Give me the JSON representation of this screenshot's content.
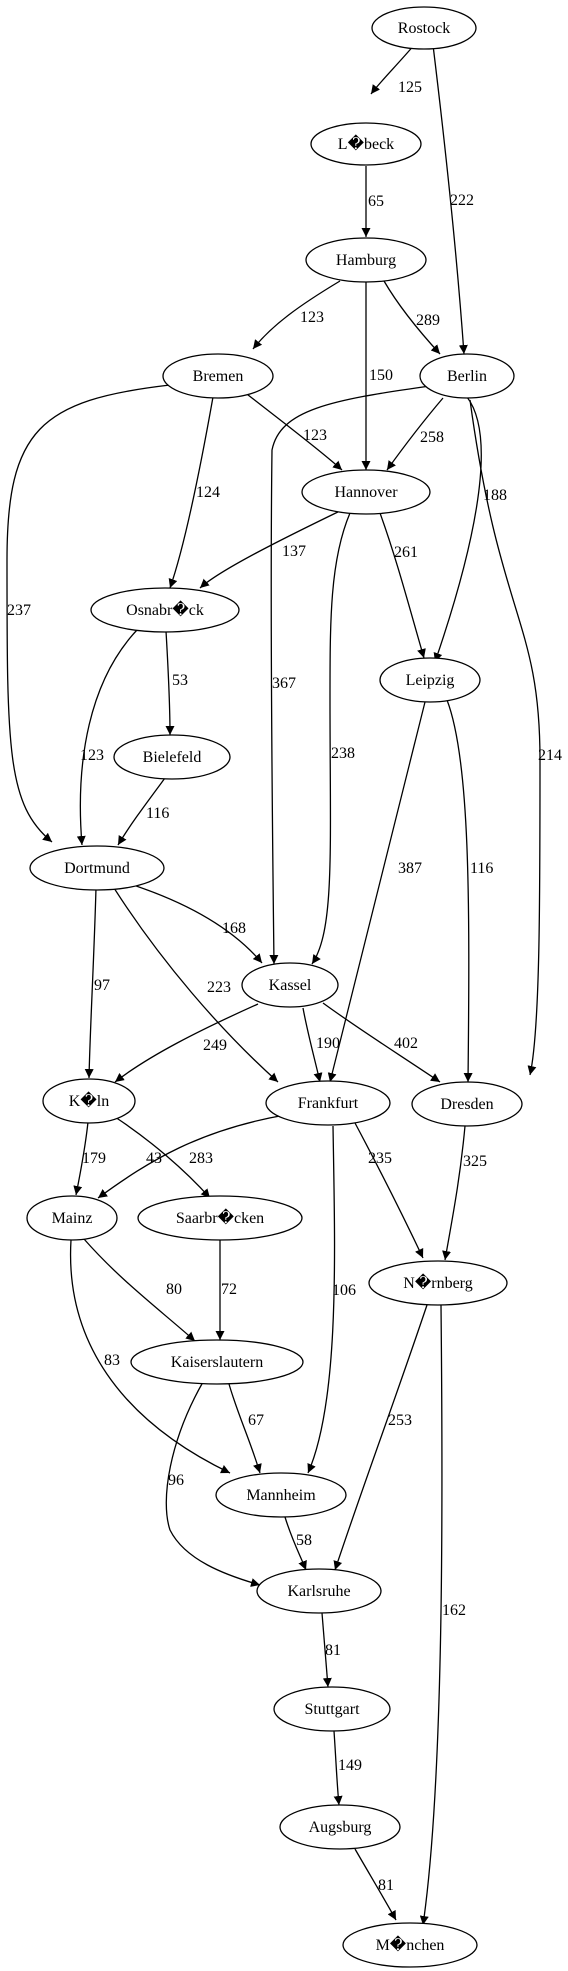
{
  "graph": {
    "nodes": {
      "rostock": "Rostock",
      "luebeck": "L�beck",
      "hamburg": "Hamburg",
      "bremen": "Bremen",
      "berlin": "Berlin",
      "hannover": "Hannover",
      "osnabrueck": "Osnabr�ck",
      "leipzig": "Leipzig",
      "bielefeld": "Bielefeld",
      "dortmund": "Dortmund",
      "kassel": "Kassel",
      "koeln": "K�ln",
      "frankfurt": "Frankfurt",
      "dresden": "Dresden",
      "mainz": "Mainz",
      "saarbruecken": "Saarbr�cken",
      "nuernberg": "N�rnberg",
      "kaiserslautern": "Kaiserslautern",
      "mannheim": "Mannheim",
      "karlsruhe": "Karlsruhe",
      "stuttgart": "Stuttgart",
      "augsburg": "Augsburg",
      "muenchen": "M�nchen"
    },
    "edges": {
      "rostock_luebeck": "125",
      "rostock_berlin": "222",
      "luebeck_hamburg": "65",
      "hamburg_bremen": "123",
      "hamburg_hannover": "150",
      "hamburg_berlin": "289",
      "bremen_hannover": "123",
      "bremen_osnabrueck": "124",
      "bremen_dortmund": "237",
      "berlin_hannover": "258",
      "berlin_kassel": "367",
      "berlin_leipzig": "188",
      "berlin_dresden": "214",
      "hannover_osnabrueck": "137",
      "hannover_leipzig": "261",
      "hannover_kassel": "238",
      "osnabrueck_bielefeld": "53",
      "osnabrueck_dortmund": "123",
      "bielefeld_dortmund": "116",
      "leipzig_frankfurt": "387",
      "leipzig_dresden": "116",
      "dortmund_koeln": "97",
      "dortmund_kassel": "168",
      "dortmund_frankfurt": "223",
      "kassel_koeln": "249",
      "kassel_frankfurt": "190",
      "kassel_dresden": "402",
      "koeln_mainz": "179",
      "koeln_saarbruecken": "283",
      "frankfurt_mainz": "43",
      "frankfurt_nuernberg": "235",
      "frankfurt_mannheim": "106",
      "dresden_nuernberg": "325",
      "mainz_kaiserslautern": "80",
      "mainz_mannheim": "83",
      "saarbruecken_kaiserslautern": "72",
      "nuernberg_karlsruhe": "253",
      "nuernberg_muenchen": "162",
      "kaiserslautern_mannheim": "67",
      "kaiserslautern_karlsruhe": "96",
      "mannheim_karlsruhe": "58",
      "karlsruhe_stuttgart": "81",
      "stuttgart_augsburg": "149",
      "augsburg_muenchen": "81"
    }
  }
}
